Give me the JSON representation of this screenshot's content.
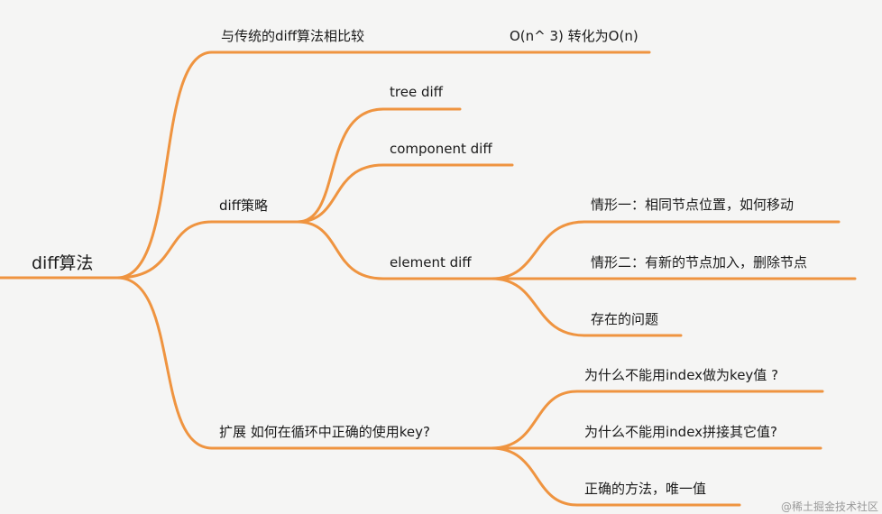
{
  "theme": {
    "line_color": "#ef9440",
    "background": "#f5f5f4",
    "text_color": "#1a1a1a"
  },
  "mindmap": {
    "root": {
      "label": "diff算法"
    },
    "branches": [
      {
        "label": "与传统的diff算法相比较",
        "note": "O(n^ 3) 转化为O(n)"
      },
      {
        "label": "diff策略",
        "children": [
          {
            "label": "tree diff"
          },
          {
            "label": "component diff"
          },
          {
            "label": "element diff",
            "children": [
              {
                "label": "情形一：相同节点位置，如何移动"
              },
              {
                "label": "情形二：有新的节点加入，删除节点"
              },
              {
                "label": "存在的问题"
              }
            ]
          }
        ]
      },
      {
        "label": "扩展 如何在循环中正确的使用key?",
        "children": [
          {
            "label": "为什么不能用index做为key值 ?"
          },
          {
            "label": "为什么不能用index拼接其它值?"
          },
          {
            "label": "正确的方法，唯一值"
          }
        ]
      }
    ]
  },
  "watermark": "@稀土掘金技术社区"
}
